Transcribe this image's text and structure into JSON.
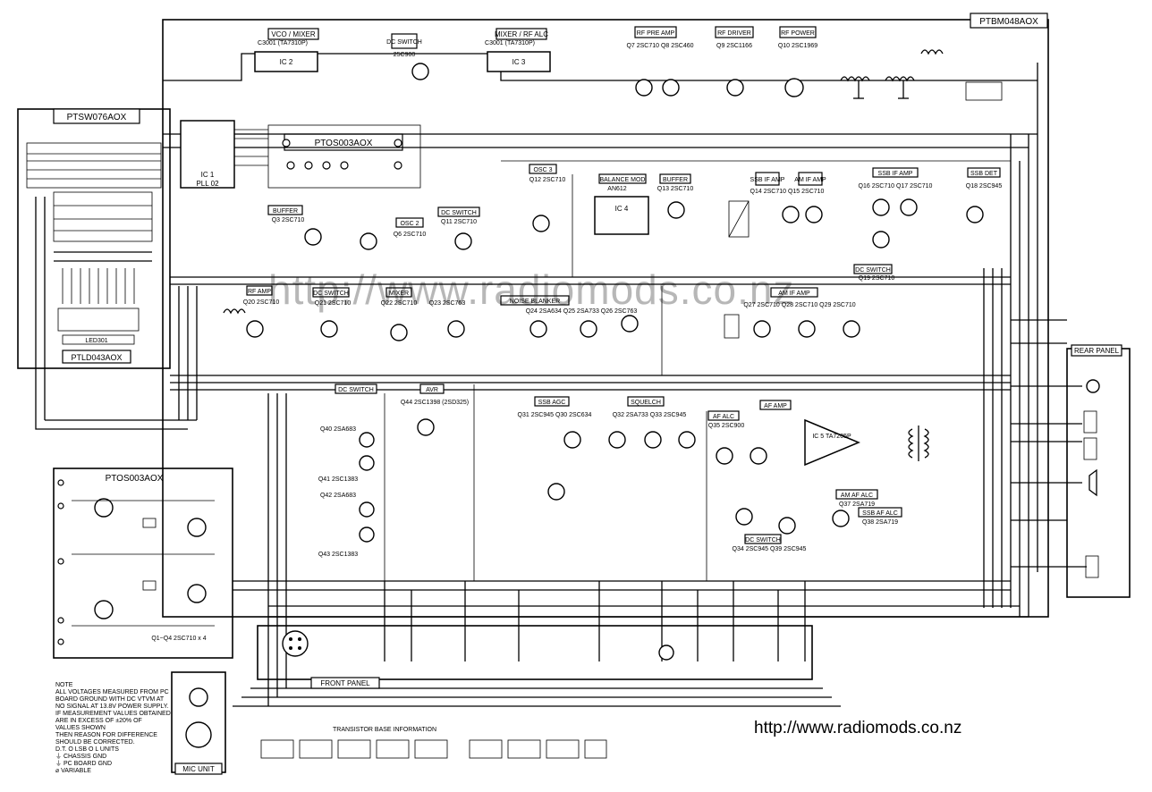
{
  "boards": {
    "main": "PTBM048AOX",
    "switch": "PTSW076AOX",
    "pll_sub": "PTOS003AOX",
    "led": "PTLD043AOX",
    "osc_board": "PTOS003AOX"
  },
  "blocks": {
    "vco_mixer": "VCO / MIXER",
    "vco_ic": "C3001 (TA7310P)",
    "ic2": "IC 2",
    "dc_switch_top": "DC SWITCH",
    "q6_top": "25C900",
    "mixer_rf_alc": "MIXER / RF ALC",
    "mixer_ic": "C3001 (TA7310P)",
    "ic3": "IC 3",
    "rf_pre_amp": "RF PRE AMP",
    "q7_q8": "Q7 2SC710  Q8 2SC460",
    "rf_driver": "RF DRIVER",
    "q9": "Q9 2SC1166",
    "rf_power": "RF POWER",
    "q10": "Q10 2SC1969",
    "ic1": "IC 1",
    "pll02": "PLL 02",
    "osc3": "OSC 3",
    "q12": "Q12 2SC710",
    "balance_mod": "BALANCE MOD",
    "an612": "AN612",
    "ic4": "IC 4",
    "buffer_mid": "BUFFER",
    "q13": "Q13 2SC710",
    "ssb_if_amp_left": "SSB IF AMP",
    "am_if_amp_left": "AM IF AMP",
    "q14_q15": "Q14 2SC710  Q15 2SC710",
    "ssb_if_amp": "SSB IF AMP",
    "q16_q17": "Q16 2SC710  Q17 2SC710",
    "ssb_det": "SSB DET",
    "q18": "Q18 2SC945",
    "dc_switch_q19": "DC SWITCH",
    "q19": "Q19 2SC710",
    "buffer_left": "BUFFER",
    "q3": "Q3 2SC710",
    "osc2": "OSC 2",
    "q6_osc": "Q6 2SC710",
    "dc_switch_q11": "DC SWITCH",
    "q11": "Q11 2SC710",
    "rf_amp": "RF AMP",
    "q20": "Q20 2SC710",
    "dc_switch_q21": "DC SWITCH",
    "q21": "Q21 2SC710",
    "mixer": "MIXER",
    "q22": "Q22 2SC710",
    "q23": "Q23 2SC763",
    "noise_blanker": "NOISE BLANKER",
    "q24_q25_q26": "Q24 2SA634  Q25 2SA733  Q26 2SC763",
    "am_if_amp": "AM IF AMP",
    "q27_q28_q29": "Q27 2SC710  Q28 2SC710  Q29 2SC710",
    "dc_switch_lower": "DC SWITCH",
    "q40": "Q40 2SA683",
    "q41": "Q41 2SC1383",
    "q42": "Q42 2SA683",
    "q43": "Q43 2SC1383",
    "avr": "AVR",
    "q44": "Q44 2SC1398 (2SD325)",
    "ssb_agc": "SSB AGC",
    "q31_q30": "Q31 2SC945  Q30 2SC634",
    "squelch": "SQUELCH",
    "q32_q33": "Q32 2SA733  Q33 2SC945",
    "af_alc": "AF ALC",
    "q35": "Q35 2SC900",
    "af_amp": "AF AMP",
    "ic5": "IC 5 TA7205P",
    "am_af_alc": "AM AF ALC",
    "q37": "Q37 2SA719",
    "ssb_af_alc": "SSB AF ALC",
    "q38": "Q38 2SA719",
    "dc_switch_bottom": "DC SWITCH",
    "q34_q39": "Q34 2SC945  Q39 2SC945",
    "rear_panel": "REAR PANEL",
    "front_panel": "FRONT PANEL",
    "mic_unit": "MIC UNIT",
    "transistor_base": "TRANSISTOR BASE INFORMATION",
    "osc_q": "Q1~Q4 2SC710 x 4",
    "led": "LED301"
  },
  "notes": [
    "NOTE",
    "ALL VOLTAGES MEASURED FROM PC",
    "BOARD GROUND WITH DC VTVM AT",
    "NO SIGNAL AT 13.8V POWER SUPPLY.",
    "IF MEASUREMENT VALUES OBTAINED",
    "ARE IN EXCESS OF ±20% OF",
    "VALUES SHOWN",
    "THEN REASON FOR DIFFERENCE",
    "SHOULD BE CORRECTED.",
    "D.T.  O LSB  O L UNITS",
    "⏚ CHASSIS GND",
    "⏚ PC BOARD GND",
    "⌀ VARIABLE"
  ],
  "watermark": "http://www.radiomods.co.nz",
  "footer_url": "http://www.radiomods.co.nz"
}
